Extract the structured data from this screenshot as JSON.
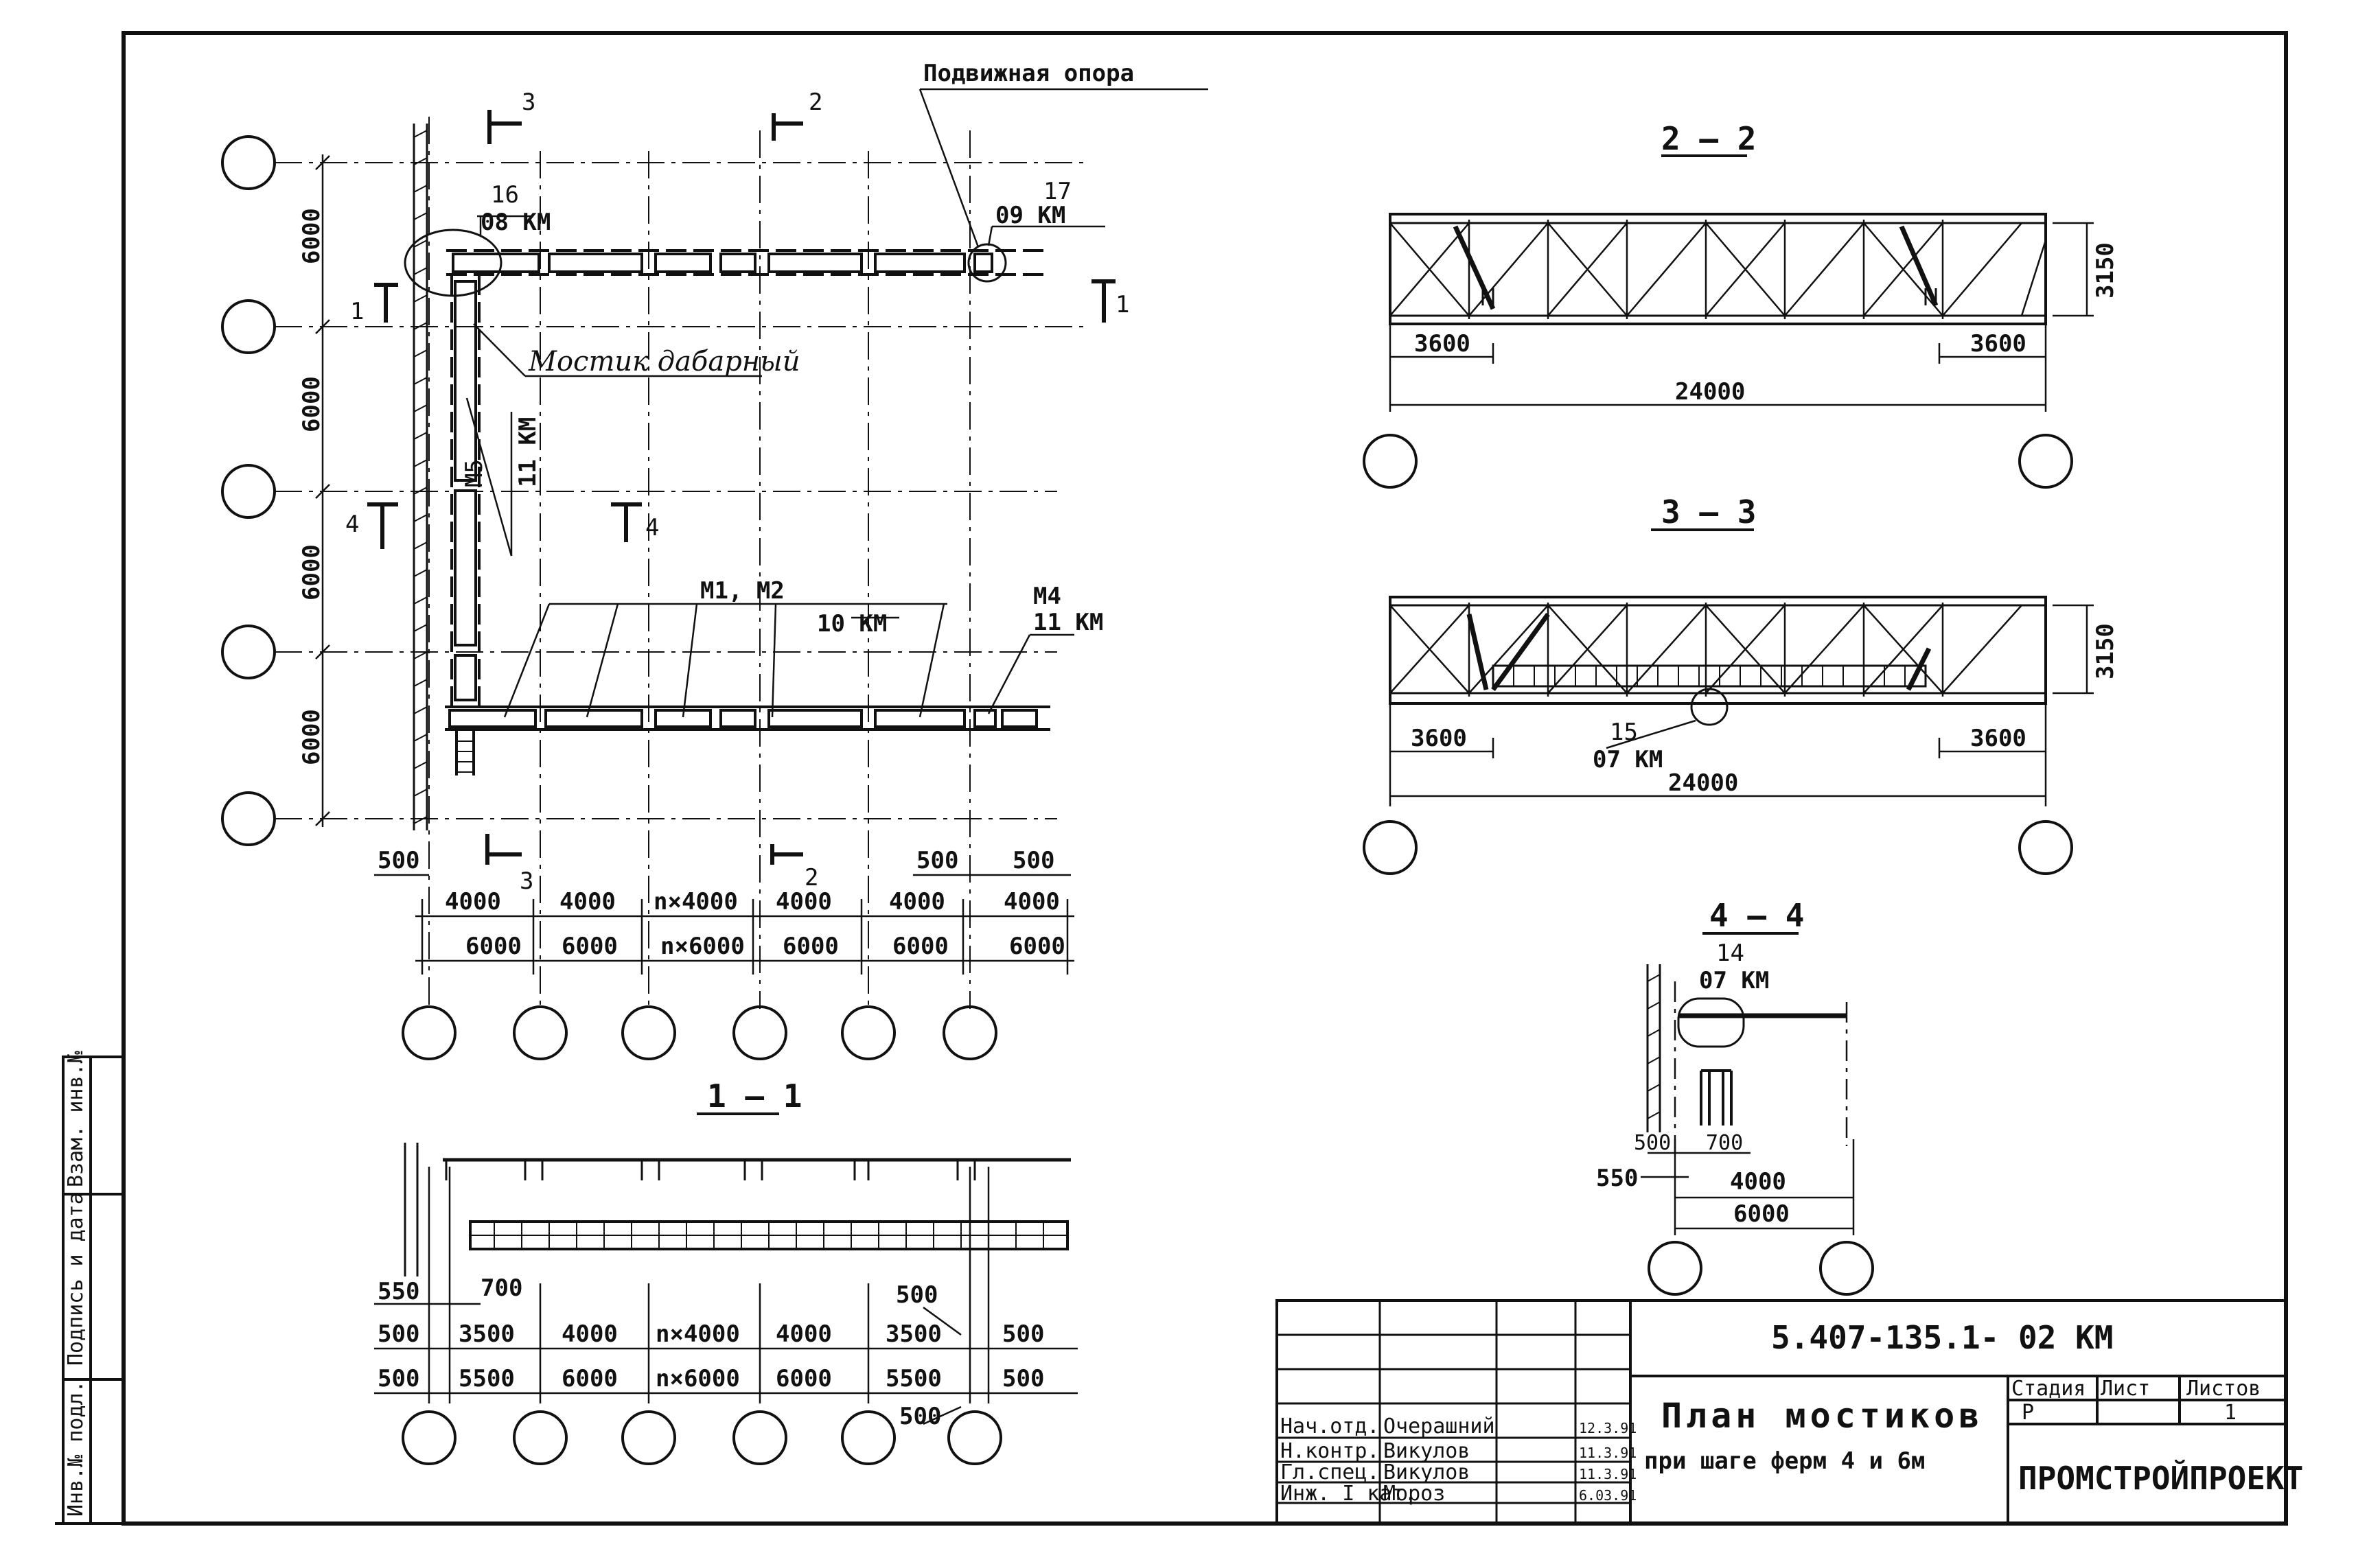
{
  "plan": {
    "callout_movable_support": "Подвижная опора",
    "callout_bridge": "Мостик дабарный",
    "cut_marks": [
      "3",
      "2",
      "1",
      "1",
      "4",
      "4",
      "3",
      "2"
    ],
    "node_16": {
      "num": "16",
      "sheet": "08 КМ"
    },
    "node_17": {
      "num": "17",
      "sheet": "09 КМ"
    },
    "m5": {
      "num": "М5",
      "sheet": "11 КМ"
    },
    "m1m2": {
      "num": "М1, М2",
      "sheet": "10 КМ"
    },
    "m4": {
      "num": "М4",
      "sheet": "11 КМ"
    },
    "vert_dims": [
      "6000",
      "6000",
      "6000",
      "6000"
    ],
    "dim_500_left": "500",
    "dim_500_r1": "500",
    "dim_500_r2": "500",
    "row1": [
      "4000",
      "4000",
      "n×4000",
      "4000",
      "4000",
      "4000"
    ],
    "row2": [
      "6000",
      "6000",
      "n×6000",
      "6000",
      "6000",
      "6000"
    ]
  },
  "sec22": {
    "title": "2 – 2",
    "d1": "3600",
    "d2": "3600",
    "total": "24000",
    "h": "3150"
  },
  "sec33": {
    "title": "3 – 3",
    "d1": "3600",
    "d2": "3600",
    "total": "24000",
    "h": "3150",
    "node": "15",
    "node_sheet": "07 КМ"
  },
  "sec44": {
    "title": "4 – 4",
    "node": "14",
    "node_sheet": "07 КМ",
    "d500": "500",
    "d700": "700",
    "d550": "550",
    "d4000": "4000",
    "d6000": "6000"
  },
  "sec11": {
    "title": "1 – 1",
    "d550": "550",
    "d700": "700",
    "d500top": "500",
    "d500bot": "500",
    "row1_left": "500",
    "row1": [
      "3500",
      "4000",
      "n×4000",
      "4000",
      "3500"
    ],
    "row1_right": "500",
    "row2_left": "500",
    "row2": [
      "5500",
      "6000",
      "n×6000",
      "6000",
      "5500"
    ],
    "row2_right": "500"
  },
  "side_stamp": {
    "cols": [
      "Инв.№ подл.",
      "Подпись и дата",
      "Взам. инв.№"
    ]
  },
  "title_block": {
    "code": "5.407-135.1- 02 КМ",
    "title_line1": "План мостиков",
    "title_line2": "при шаге ферм 4 и 6м",
    "stage_h": "Стадия",
    "sheet_h": "Лист",
    "sheets_h": "Листов",
    "stage": "Р",
    "sheet": "",
    "sheets": "1",
    "org": "ПРОМСТРОЙПРОЕКТ",
    "roles": [
      {
        "role": "Нач.отд.",
        "name": "Очерашний",
        "date": "12.3.91"
      },
      {
        "role": "Н.контр.",
        "name": "Викулов",
        "date": "11.3.91"
      },
      {
        "role": "Гл.спец.",
        "name": "Викулов",
        "date": "11.3.91"
      },
      {
        "role": "Инж. I кат.",
        "name": "Мороз",
        "date": "6.03.91"
      }
    ]
  }
}
